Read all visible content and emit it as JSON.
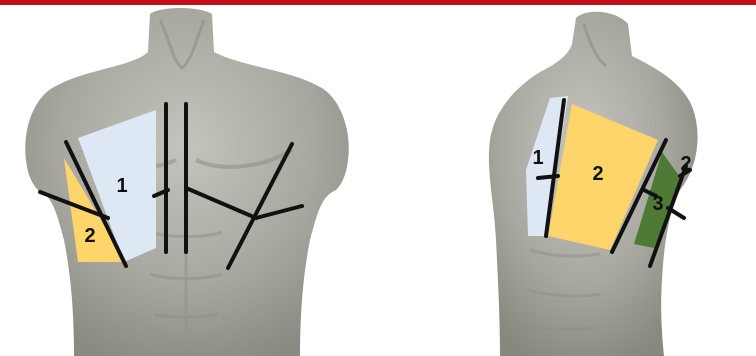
{
  "header": {
    "accent_color": "#c1121c"
  },
  "colors": {
    "skin": "#a7a79f",
    "skin_shadow": "#8e8e86",
    "skin_highlight": "#c2c2ba",
    "region_light_blue": "#dde8f4",
    "region_yellow": "#fdd56a",
    "region_green": "#4e7a36",
    "line": "#111111"
  },
  "front_view": {
    "region_labels": [
      "1",
      "2"
    ]
  },
  "side_view": {
    "region_labels": [
      "1",
      "2",
      "2",
      "3"
    ]
  }
}
